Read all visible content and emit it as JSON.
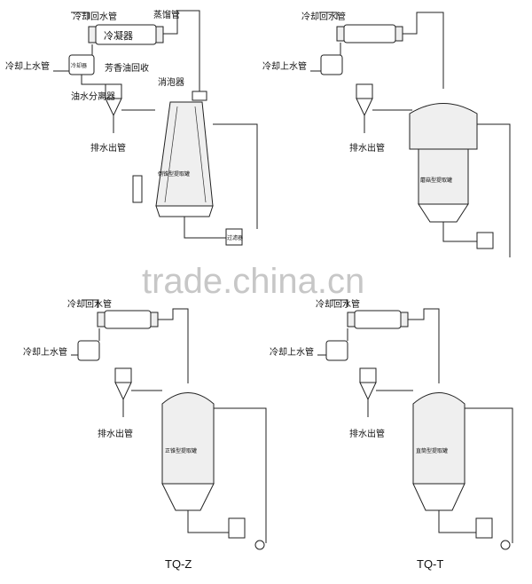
{
  "watermark": "trade.china.cn",
  "diagrams": {
    "top_left": {
      "return_pipe": "冷却回水管",
      "vapor_pipe": "蒸馏管",
      "condenser": "冷凝器",
      "supply_pipe": "冷却上水管",
      "cooler": "冷却器",
      "aroma_oil": "芳香油回收",
      "defoamer": "消泡器",
      "separator": "油水分离器",
      "drain_pipe": "排水出管",
      "tank": "倒锥型提取罐",
      "receiver": "过滤器"
    },
    "top_right": {
      "return_pipe": "冷却回水管",
      "supply_pipe": "冷却上水管",
      "drain_pipe": "排水出管",
      "tank": "蘑菇型提取罐"
    },
    "bottom_left": {
      "return_pipe": "冷却回水管",
      "supply_pipe": "冷却上水管",
      "drain_pipe": "排水出管",
      "tank": "正锥型提取罐",
      "caption": "TQ-Z"
    },
    "bottom_right": {
      "return_pipe": "冷却回水管",
      "supply_pipe": "冷却上水管",
      "drain_pipe": "排水出管",
      "tank": "直筒型提取罐",
      "caption": "TQ-T"
    }
  }
}
